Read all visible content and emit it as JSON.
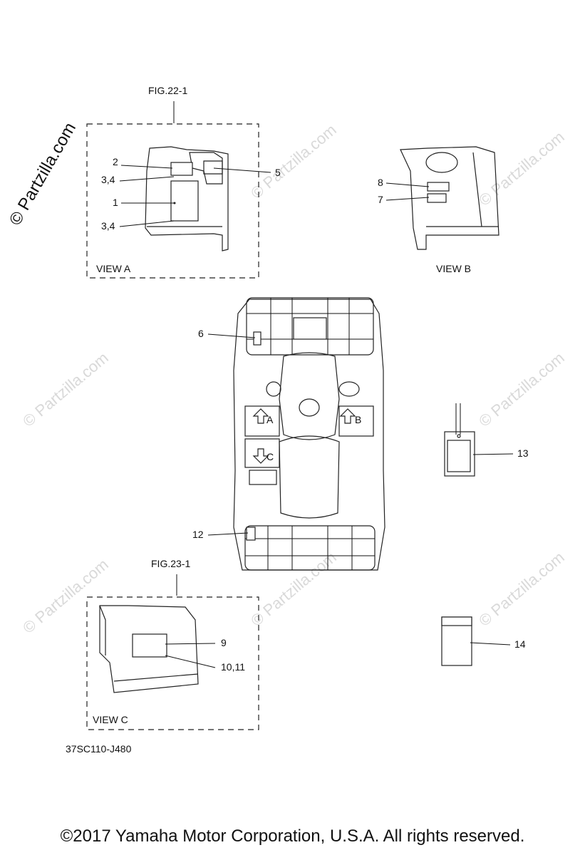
{
  "fig_refs": {
    "top": "FIG.22-1",
    "bottom": "FIG.23-1"
  },
  "views": {
    "a": "VIEW A",
    "b": "VIEW B",
    "c": "VIEW C"
  },
  "callouts": {
    "c1": "1",
    "c2": "2",
    "c34_top": "3,4",
    "c34_bottom": "3,4",
    "c5": "5",
    "c6": "6",
    "c7": "7",
    "c8": "8",
    "c9": "9",
    "c1011": "10,11",
    "c12": "12",
    "c13": "13",
    "c14": "14"
  },
  "arrows": {
    "a": "A",
    "b": "B",
    "c": "C"
  },
  "drawing_code": "37SC110-J480",
  "watermark": "© Partzilla.com",
  "watermark_light": "© Partzilla.com",
  "footer": {
    "copyright": "©2017  Yamaha Motor Corporation, U.S.A. All rights reserved."
  }
}
